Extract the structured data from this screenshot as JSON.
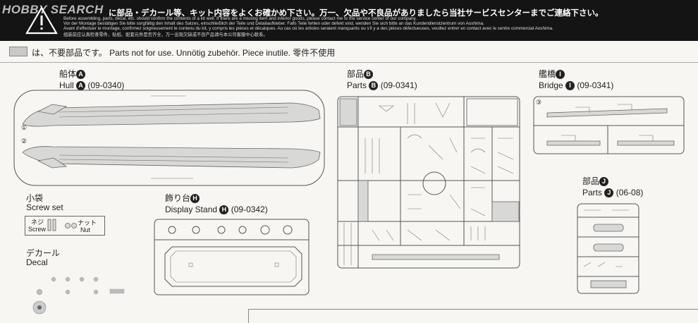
{
  "header": {
    "logo": "HOBBY SEARCH",
    "notice_jp": "に部品・デカール等、キット内容をよくお確かめ下さい。万一、欠品や不良品がありましたら当社サービスセンターまでご連絡下さい。",
    "notice_en": "Before assembling, parts, decal, etc. should confirm the contents of a kit well. If there  are a missing item and inferior goods, please contact me to the service center of our company.",
    "notice_de": "Vor der Montage bestätigen Sie bitte sorgfältig den Inhalt des Satzes, einschließlich der Teile und Detailaufkleber. Falls Teile fehlen oder defekt sind, wenden Sie sich bitte an das Kundendienstzentrum von Aoshima.",
    "notice_fr": "Avant d'effectuer le montage, confirmez soigneusement le contenu du kit, y compris les pièces et décalques. Au cas où les articles seraient manquants ou s'il y a des pièces défectueuses, veuillez entrer en contact avec le centre commercial Aoshima.",
    "notice_cn": "组装前应认真检查零件、贴纸、配套元件是否齐全，万一出现欠缺或不良产品请与本公司客服中心联系。"
  },
  "legend": {
    "text": "は、不要部品です。 Parts not for use.  Unnötig zubehör.  Piece inutile.  零件不使用",
    "swatch_color": "#c9c9c9"
  },
  "hull": {
    "jp": "船体",
    "badge": "A",
    "en": "Hull",
    "code": "(09-0340)",
    "num1": "①",
    "num2": "②"
  },
  "partsB": {
    "jp": "部品",
    "badge": "B",
    "en": "Parts",
    "code": "(09-0341)"
  },
  "bridge": {
    "jp": "艦橋",
    "badge": "I",
    "en": "Bridge",
    "code": "(09-0341)",
    "num": "③"
  },
  "partsJ": {
    "jp": "部品",
    "badge": "J",
    "en": "Parts",
    "code": "(06-08)"
  },
  "screw": {
    "jp": "小袋",
    "en": "Screw set",
    "screw_jp": "ネジ",
    "screw_en": "Screw",
    "nut_jp": "ナット",
    "nut_en": "Nut"
  },
  "stand": {
    "jp": "飾り台",
    "badge": "H",
    "en": "Display Stand",
    "code": "(09-0342)"
  },
  "decal": {
    "jp": "デカール",
    "en": "Decal"
  }
}
